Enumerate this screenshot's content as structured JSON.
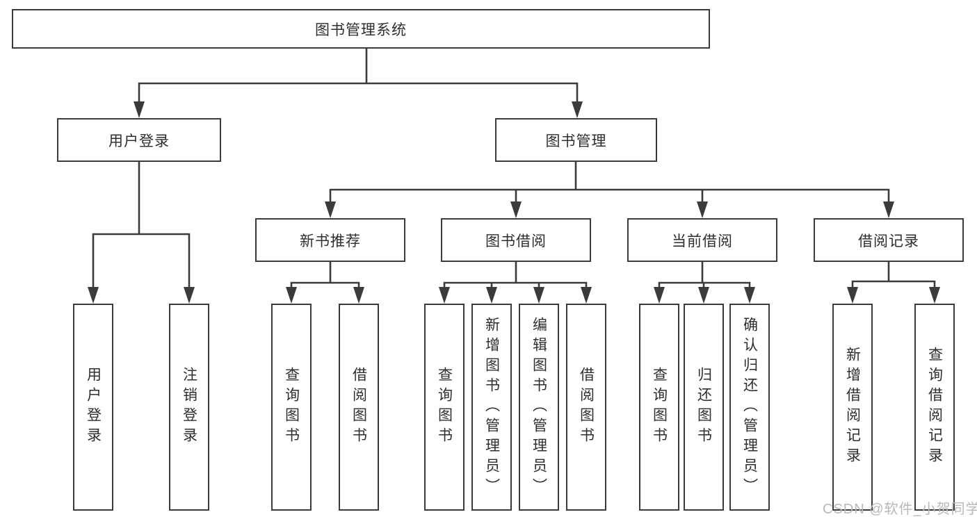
{
  "diagram": {
    "root": "图书管理系统",
    "login": {
      "label": "用户登录",
      "children": [
        "用户登录",
        "注销登录"
      ]
    },
    "management": {
      "label": "图书管理",
      "sections": [
        {
          "label": "新书推荐",
          "children": [
            "查询图书",
            "借阅图书"
          ]
        },
        {
          "label": "图书借阅",
          "children": [
            "查询图书",
            "新增图书（管理员）",
            "编辑图书（管理员）",
            "借阅图书"
          ]
        },
        {
          "label": "当前借阅",
          "children": [
            "查询图书",
            "归还图书",
            "确认归还（管理员）"
          ]
        },
        {
          "label": "借阅记录",
          "children": [
            "新增借阅记录",
            "查询借阅记录"
          ]
        }
      ]
    }
  },
  "watermark": "CSDN @软件_小贺同学",
  "colors": {
    "line": "#3b3b3b",
    "text": "#2e2e2e",
    "watermark": "#b8b8b8",
    "background": "#ffffff"
  }
}
